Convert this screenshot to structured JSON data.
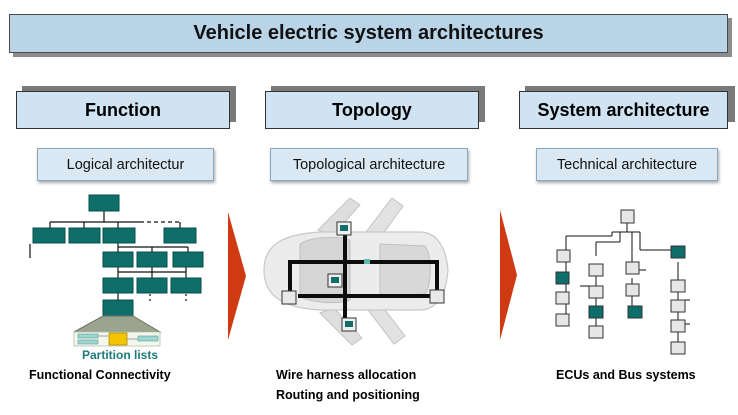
{
  "title": "Vehicle electric system architectures",
  "columns": [
    {
      "header": "Function",
      "sub": "Logical architectur",
      "partition": "Partition lists",
      "captions": [
        "Functional Connectivity"
      ]
    },
    {
      "header": "Topology",
      "sub": "Topological architecture",
      "captions": [
        "Wire harness allocation",
        "Routing and positioning"
      ]
    },
    {
      "header": "System architecture",
      "sub": "Technical architecture",
      "captions": [
        "ECUs and Bus systems"
      ]
    }
  ],
  "colors": {
    "teal": "#0e6e6a",
    "arrow": "#d03a12",
    "title_bg": "#b8d4e6",
    "partition_text": "#1e7a7a"
  }
}
